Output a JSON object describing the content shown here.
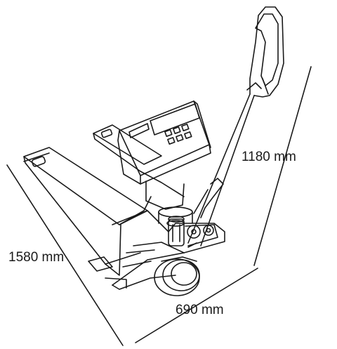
{
  "dimensions": {
    "length": "1580 mm",
    "height": "1180 mm",
    "width": "690 mm"
  },
  "colors": {
    "line": "#1a1a1a",
    "background": "#ffffff"
  },
  "icons": {
    "subject": "pallet-truck-scale-icon"
  }
}
